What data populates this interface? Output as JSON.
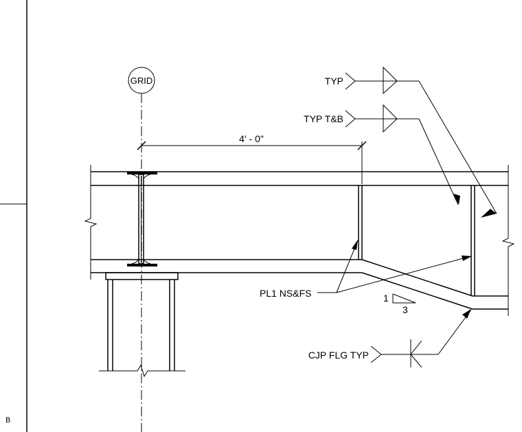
{
  "sheet": {
    "sheet_letter": "B"
  },
  "grid": {
    "label": "GRID"
  },
  "dimension": {
    "text": "4' - 0\""
  },
  "callouts": {
    "typ": "TYP",
    "typ_tb": "TYP T&B",
    "plate": "PL1 NS&FS",
    "cjp": "CJP FLG TYP"
  },
  "slope": {
    "rise": "1",
    "run": "3"
  }
}
